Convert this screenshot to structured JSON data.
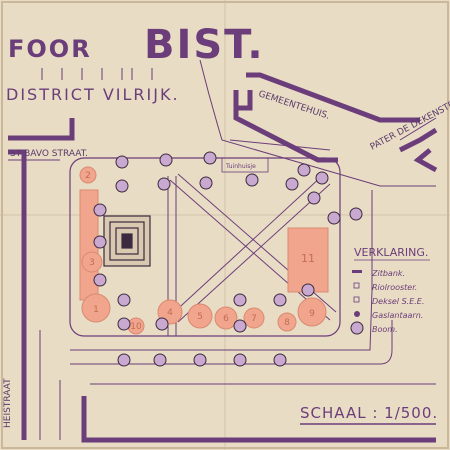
{
  "title": {
    "line1_a": "FOOR",
    "line1_b": "BIST.",
    "line2": "DISTRICT VILRIJK."
  },
  "streets": {
    "gemeentehuis": "GEMEENTEHUIS.",
    "pater": "PATER DE DEKENSTR",
    "bavo": "ST BAVO STRAAT.",
    "heistraat": "HEISTRAAT"
  },
  "plan": {
    "kiosk_label": "Tuinhuisje",
    "plots": [
      "1",
      "2",
      "3",
      "4",
      "5",
      "6",
      "7",
      "8",
      "9",
      "10",
      "11"
    ]
  },
  "legend": {
    "title": "VERKLARING.",
    "items": [
      {
        "symbol": "bench",
        "label": "Zitbank."
      },
      {
        "symbol": "grate",
        "label": "Riolrooster."
      },
      {
        "symbol": "manhole",
        "label": "Deksel S.E.E."
      },
      {
        "symbol": "lamp",
        "label": "Gaslantaarn."
      },
      {
        "symbol": "tree",
        "label": "Boom."
      }
    ]
  },
  "scale": {
    "label": "SCHAAL : 1/500."
  },
  "colors": {
    "paper": "#e9dcc4",
    "ink": "#6b3d7a",
    "plot": "#f0a58c",
    "plot_edge": "#d98a72",
    "tree": "#c9a9cf"
  }
}
